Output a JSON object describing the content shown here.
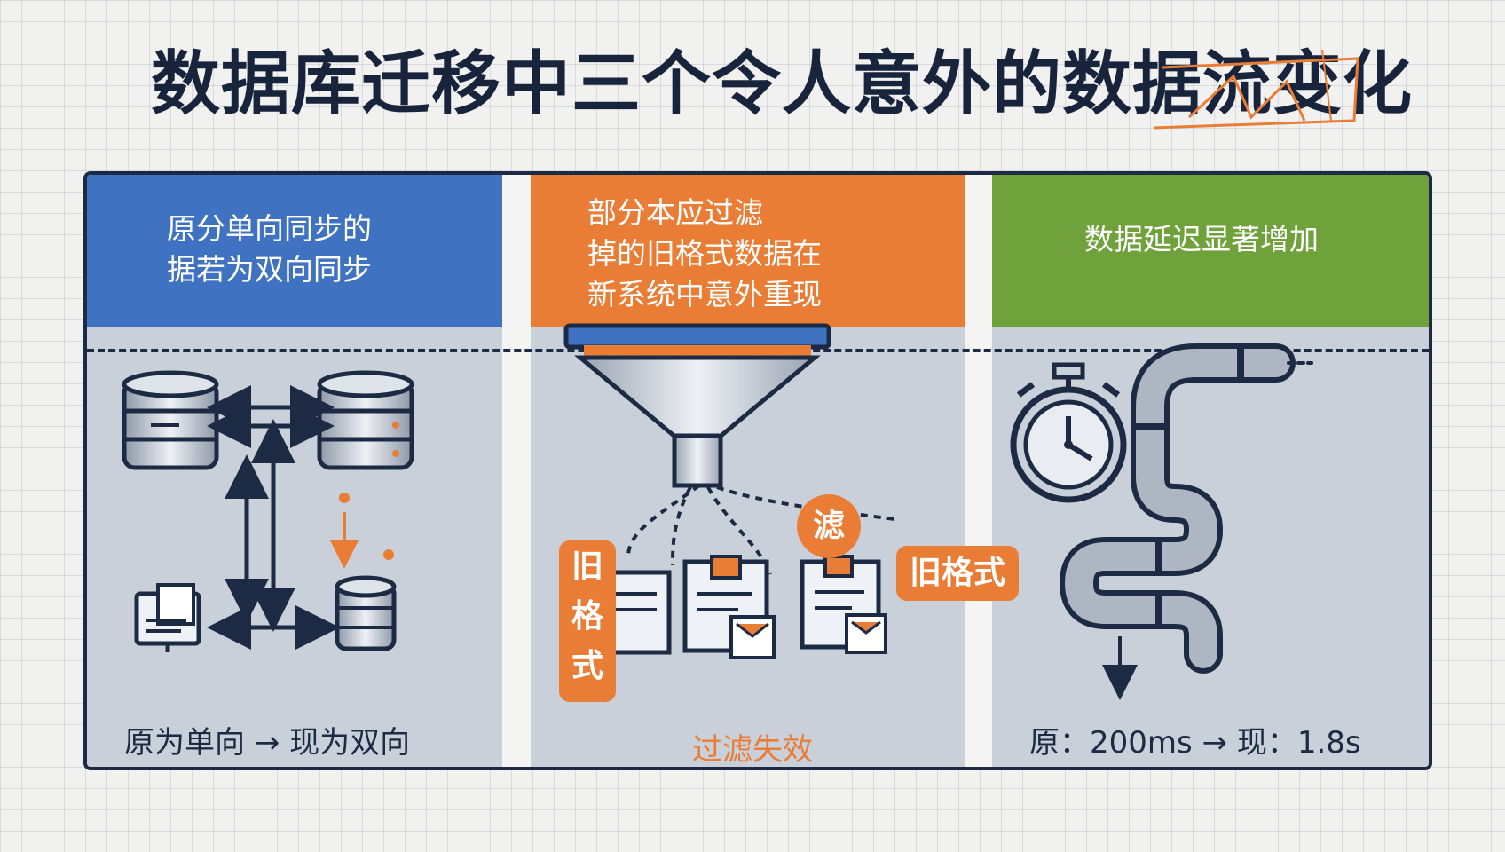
{
  "title": "数据库迁移中三个令人意外的数据流变化",
  "colors": {
    "blue": "#3f72c0",
    "orange": "#ea7d35",
    "green": "#70a23c",
    "navy": "#1c2a44"
  },
  "panels": [
    {
      "header_line1": "原分单向同步的",
      "header_line2": "据若为双向同步",
      "caption": "原为单向 → 现为双向",
      "icons": [
        "database-icon",
        "database-icon",
        "database-icon",
        "document-icon",
        "bidirectional-arrow-icon"
      ]
    },
    {
      "header_line1": "部分本应过滤",
      "header_line2": "掉的旧格式数据在",
      "header_line3": "新系统中意外重现",
      "tag_vertical": "旧格式",
      "tag_horizontal": "旧格式",
      "badge": "滤",
      "caption": "过滤失效",
      "icons": [
        "funnel-icon",
        "document-icon",
        "document-icon",
        "document-icon"
      ]
    },
    {
      "header_line1": "数据延迟显著增加",
      "caption": "原：200ms → 现：1.8s",
      "icons": [
        "stopwatch-icon",
        "pipe-icon"
      ]
    }
  ]
}
